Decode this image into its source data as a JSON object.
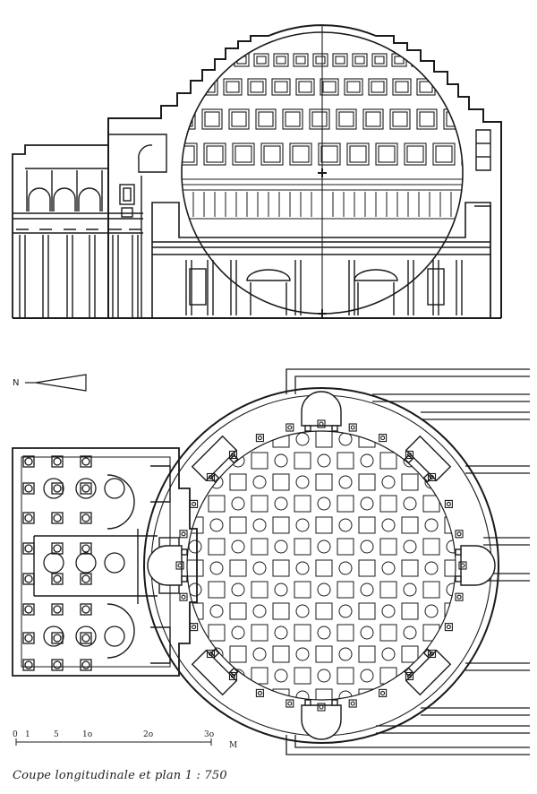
{
  "caption": "Coupe longitudinale et plan 1 : 750",
  "north_marker": {
    "label": "N"
  },
  "scale_bar": {
    "ticks": [
      "0",
      "1",
      "5",
      "1o",
      "2o",
      "3o"
    ],
    "unit": "M"
  },
  "colors": {
    "ink": "#1a1a1a",
    "paper": "#ffffff"
  }
}
